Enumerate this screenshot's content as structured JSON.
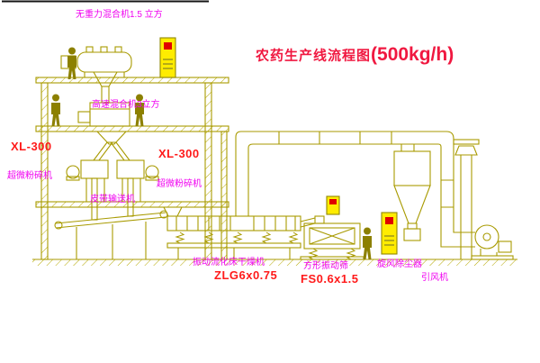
{
  "title": {
    "text": "农药生产线流程图",
    "capacity": "(500kg/h)"
  },
  "labels": {
    "gravity_mixer": "无重力混合机1.5 立方",
    "high_speed_mixer": "高速混合机3立方",
    "crusher_left_model": "XL-300",
    "crusher_left_name": "超微粉碎机",
    "crusher_right_model": "XL-300",
    "crusher_right_name": "超微粉碎机",
    "belt_conveyor": "皮带输送机",
    "dryer_name": "振动流化床干燥机",
    "dryer_model": "ZLG6x0.75",
    "screen_name": "方形振动筛",
    "screen_model": "FS0.6x1.5",
    "cyclone_name": "旋风除尘器",
    "fan_name": "引风机"
  },
  "colors": {
    "line_olive": "#a89a00",
    "label_magenta": "#f000f0",
    "model_red": "#ff1a1a",
    "title_red": "#f01840",
    "cabinet_yellow": "#ffec00",
    "indicator_red": "#e00000"
  }
}
